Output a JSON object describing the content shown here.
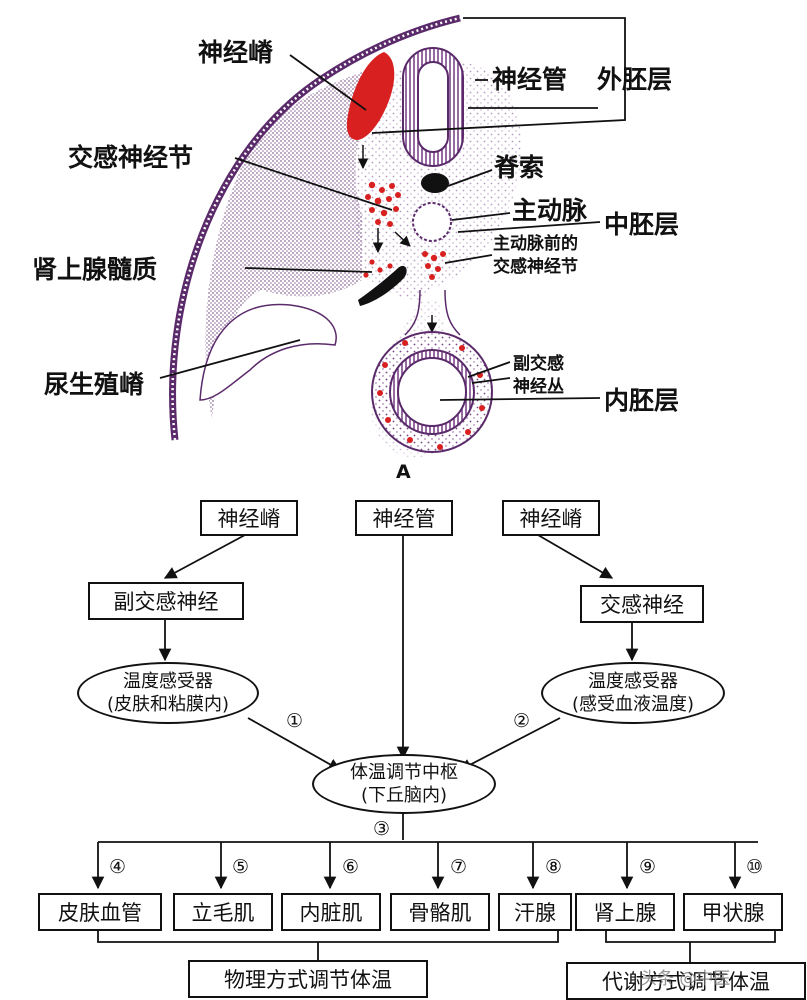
{
  "panel_label": "A",
  "embryo_labels": {
    "neural_crest": "神经嵴",
    "neural_tube": "神经管",
    "ectoderm": "外胚层",
    "sympathetic_ganglion": "交感神经节",
    "notochord": "脊索",
    "aorta": "主动脉",
    "mesoderm": "中胚层",
    "preaortic_line1": "主动脉前的",
    "preaortic_line2": "交感神经节",
    "adrenal_medulla": "肾上腺髓质",
    "urogenital_ridge": "尿生殖嵴",
    "parasym_line1": "副交感",
    "parasym_line2": "神经丛",
    "endoderm": "内胚层"
  },
  "flow": {
    "neural_crest_left": "神经嵴",
    "neural_tube": "神经管",
    "neural_crest_right": "神经嵴",
    "parasympathetic": "副交感神经",
    "sympathetic": "交感神经",
    "thermo_left_line1": "温度感受器",
    "thermo_left_line2": "(皮肤和粘膜内)",
    "thermo_right_line1": "温度感受器",
    "thermo_right_line2": "(感受血液温度)",
    "center_line1": "体温调节中枢",
    "center_line2": "(下丘脑内)",
    "n1": "①",
    "n2": "②",
    "n3": "③",
    "n4": "④",
    "n5": "⑤",
    "n6": "⑥",
    "n7": "⑦",
    "n8": "⑧",
    "n9": "⑨",
    "n10": "⑩",
    "effectors": [
      "皮肤血管",
      "立毛肌",
      "内脏肌",
      "骨骼肌",
      "汗腺",
      "肾上腺",
      "甲状腺"
    ],
    "physical": "物理方式调节体温",
    "metabolic": "代谢方式调节体温"
  },
  "watermark": "头条 @中医"
}
